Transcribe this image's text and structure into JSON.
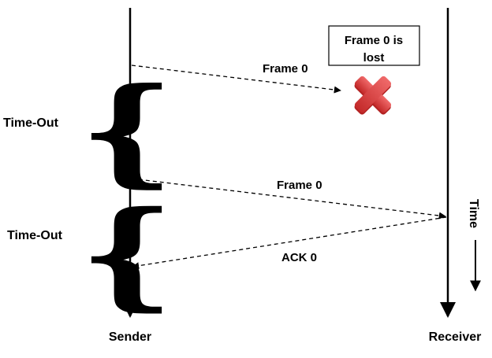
{
  "diagram": {
    "lanes": {
      "sender_label": "Sender",
      "receiver_label": "Receiver"
    },
    "messages": [
      {
        "label": "Frame 0",
        "direction": "sender-to-receiver",
        "outcome": "lost"
      },
      {
        "label": "Frame 0",
        "direction": "sender-to-receiver",
        "outcome": "delivered"
      },
      {
        "label": "ACK 0",
        "direction": "receiver-to-sender",
        "outcome": "delivered"
      }
    ],
    "timeouts": [
      {
        "label": "Time-Out"
      },
      {
        "label": "Time-Out"
      }
    ],
    "loss_note": {
      "line1": "Frame 0 is",
      "line2": "lost",
      "icon": "red-x-icon"
    },
    "time_axis": {
      "label": "Time"
    },
    "colors": {
      "ink": "#000000",
      "loss_mark": "#d93a3a",
      "loss_mark_shade": "#b32222"
    }
  }
}
